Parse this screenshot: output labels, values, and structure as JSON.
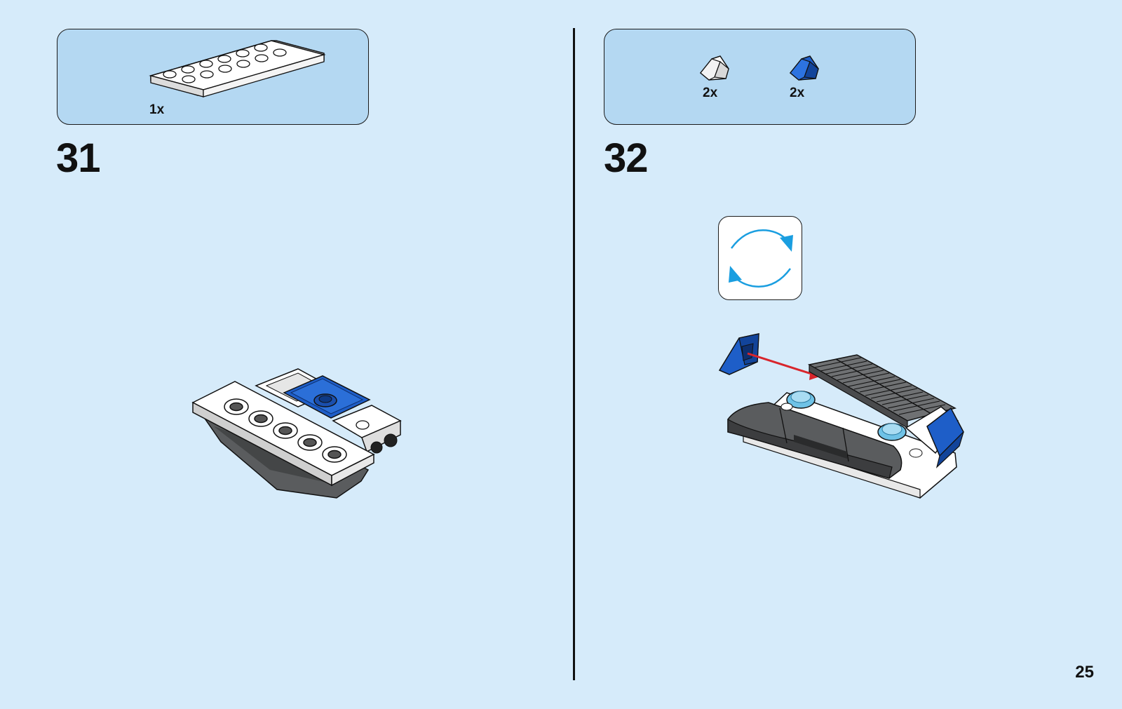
{
  "steps": [
    {
      "number": "31",
      "parts": [
        {
          "name": "plate-2x6-white",
          "quantity": "1x",
          "color": "#ffffff"
        }
      ]
    },
    {
      "number": "32",
      "parts": [
        {
          "name": "slope-white",
          "quantity": "2x",
          "color": "#ffffff"
        },
        {
          "name": "slope-blue",
          "quantity": "2x",
          "color": "#1e5ec8"
        }
      ],
      "rotate_icon": "rotate-model-icon",
      "arrow_color": "#d8252c"
    }
  ],
  "page": {
    "number": "25"
  },
  "colors": {
    "background": "#d6ebfa",
    "parts_box": "#b4d8f2",
    "brick_blue": "#1e5ec8",
    "brick_dark_gray": "#5a5c5e",
    "brick_trans_light_blue": "#6fc2e6",
    "rotate_arrow": "#1a9ee0"
  }
}
